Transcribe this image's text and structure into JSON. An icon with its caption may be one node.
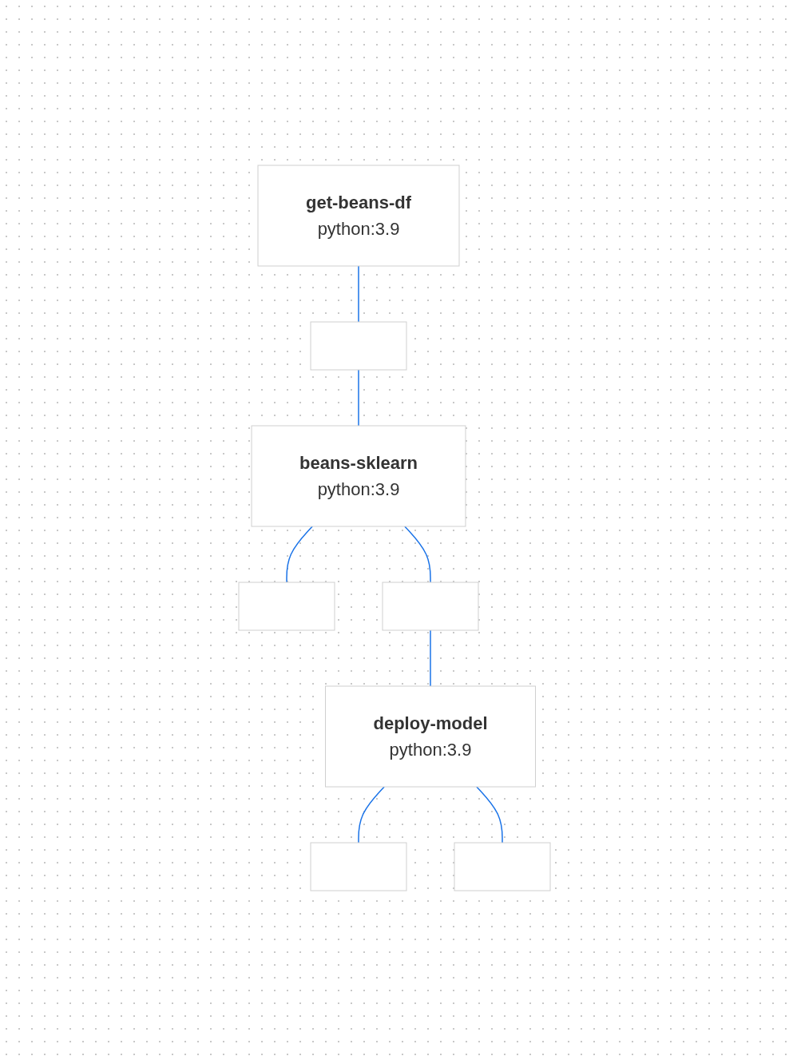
{
  "diagram": {
    "nodes": [
      {
        "text": [
          "get-beans-df",
          "python:3.9"
        ]
      },
      {
        "text": [],
        "shape": "box"
      },
      {
        "text": [
          "beans-sklearn",
          "python:3.9"
        ]
      },
      {
        "text": [],
        "shape": "box"
      },
      {
        "text": [],
        "shape": "box"
      },
      {
        "text": [
          "deploy-model",
          "python:3.9"
        ]
      },
      {
        "text": [],
        "shape": "box"
      },
      {
        "text": [],
        "shape": "box"
      }
    ],
    "edges": [
      {
        "from": 0,
        "to": 1,
        "arrow": "none"
      },
      {
        "from": 1,
        "to": 2,
        "arrow": "none"
      },
      {
        "from": 2,
        "to": 3,
        "arrow": "none"
      },
      {
        "from": 2,
        "to": 4,
        "arrow": "none"
      },
      {
        "from": 4,
        "to": 5,
        "arrow": "none"
      },
      {
        "from": 5,
        "to": 6,
        "arrow": "none"
      },
      {
        "from": 5,
        "to": 7,
        "arrow": "none"
      }
    ]
  }
}
